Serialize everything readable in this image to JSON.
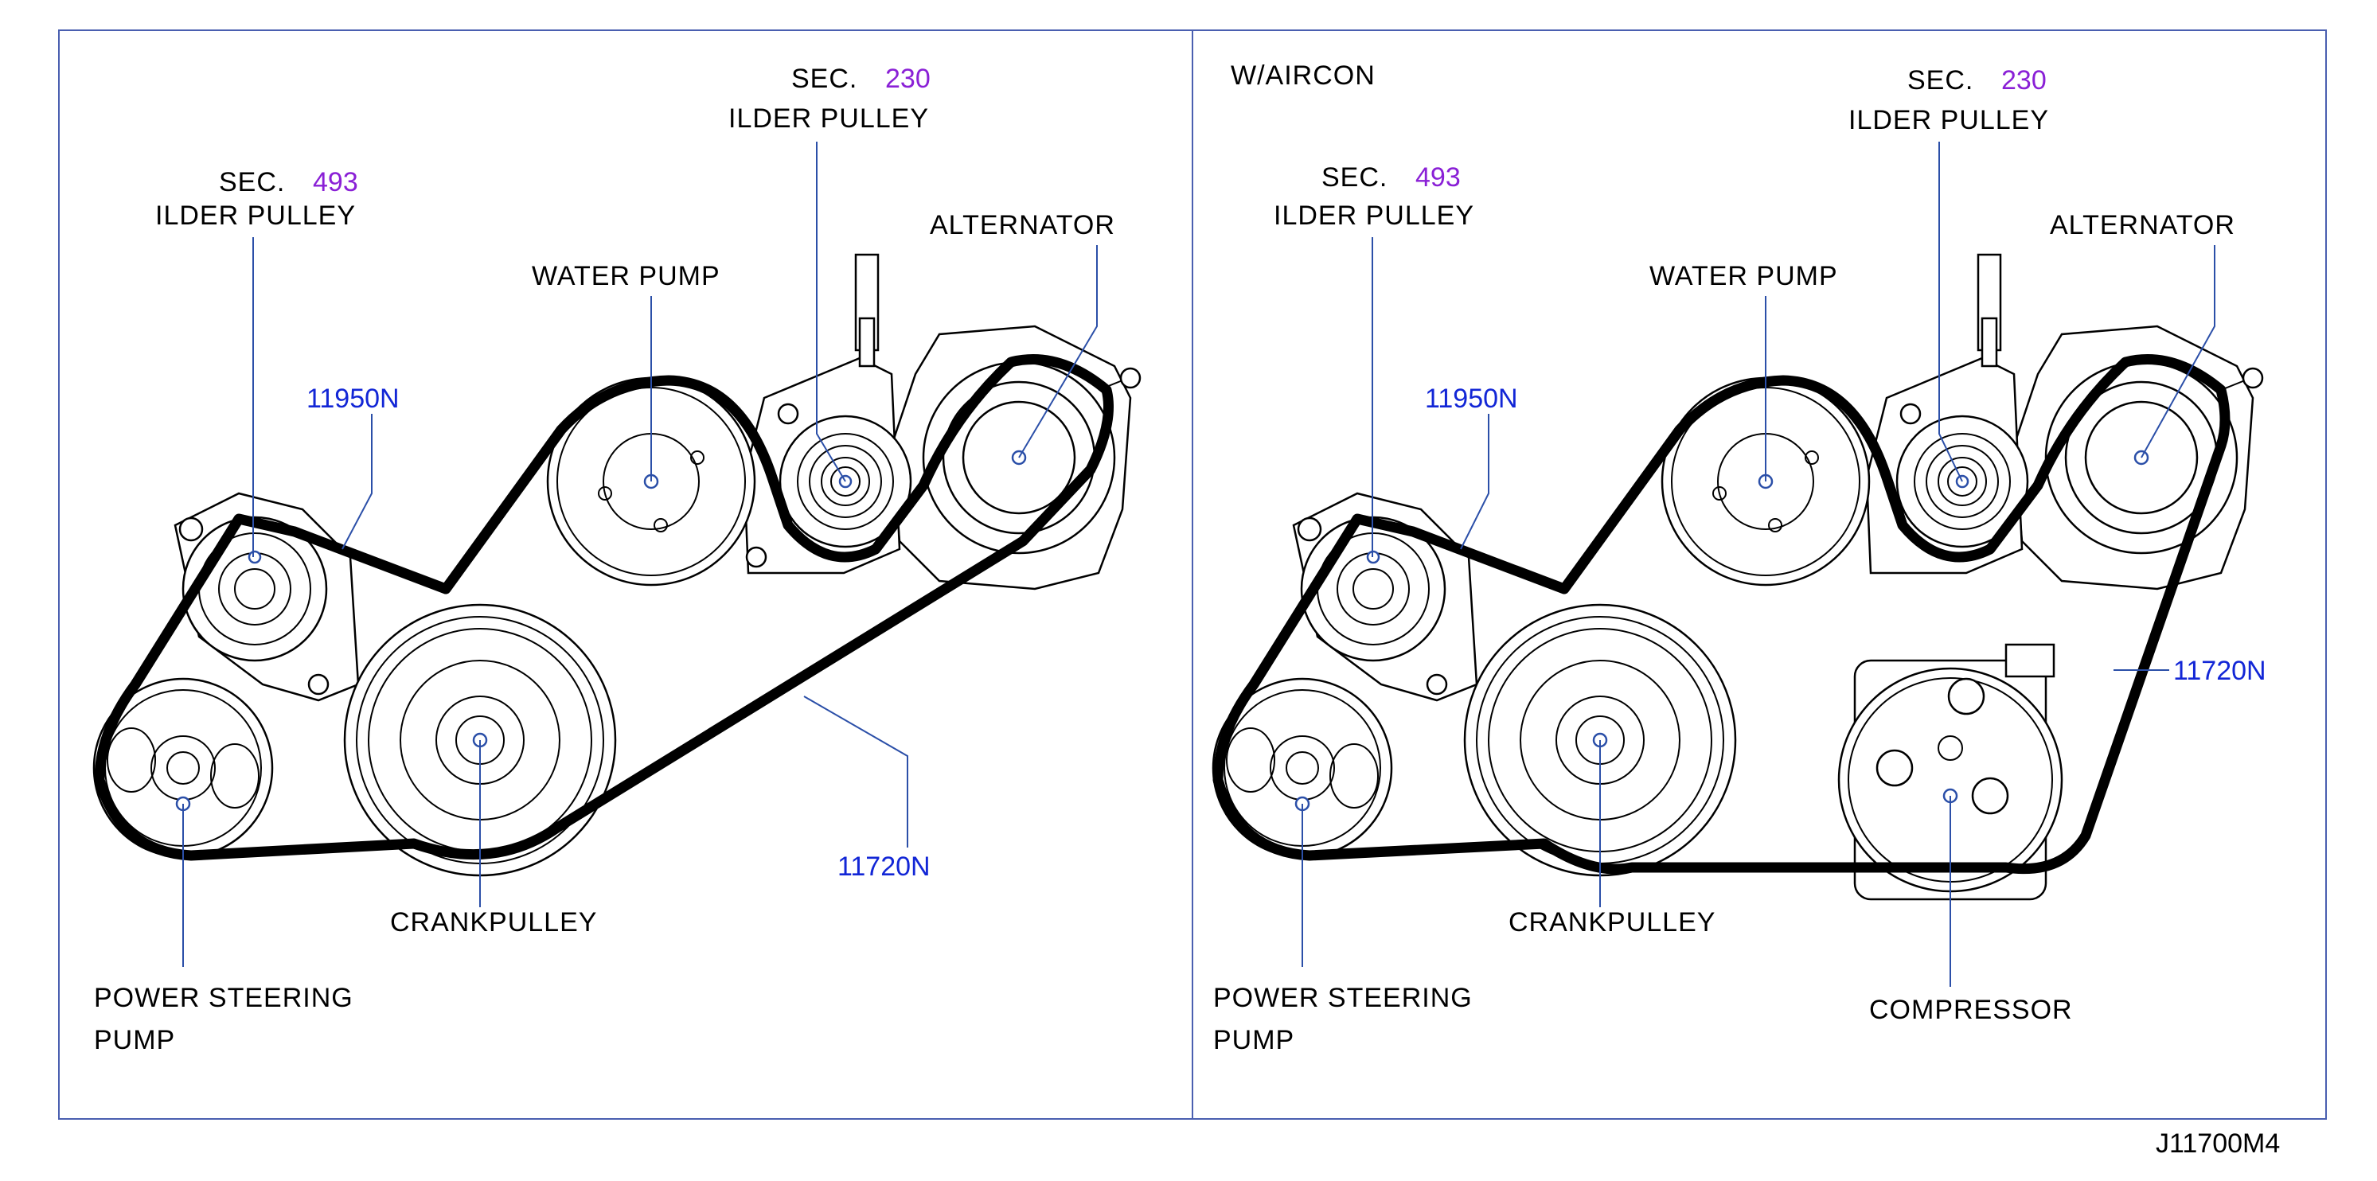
{
  "left_panel": {
    "sec_idler": {
      "prefix": "SEC.",
      "number": "493",
      "label": "ILDER  PULLEY"
    },
    "sec_idler_top": {
      "prefix": "SEC.",
      "number": "230",
      "label": "ILDER  PULLEY"
    },
    "alternator": "ALTERNATOR",
    "water_pump": "WATER  PUMP",
    "part_11950": "11950N",
    "part_11720": "11720N",
    "crankpulley": "CRANKPULLEY",
    "power_steering_1": "POWER   STEERING",
    "power_steering_2": "PUMP"
  },
  "right_panel": {
    "title": "W/AIRCON",
    "sec_idler": {
      "prefix": "SEC.",
      "number": "493",
      "label": "ILDER  PULLEY"
    },
    "sec_idler_top": {
      "prefix": "SEC.",
      "number": "230",
      "label": "ILDER  PULLEY"
    },
    "alternator": "ALTERNATOR",
    "water_pump": "WATER  PUMP",
    "part_11950": "11950N",
    "part_11720": "11720N",
    "crankpulley": "CRANKPULLEY",
    "compressor": "COMPRESSOR",
    "power_steering_1": "POWER   STEERING",
    "power_steering_2": "PUMP"
  },
  "figure_code": "J11700M4",
  "colors": {
    "link": "#1226d6",
    "section": "#8a20d6",
    "frame": "#4a5fb0",
    "leader": "#2b4fa8"
  }
}
